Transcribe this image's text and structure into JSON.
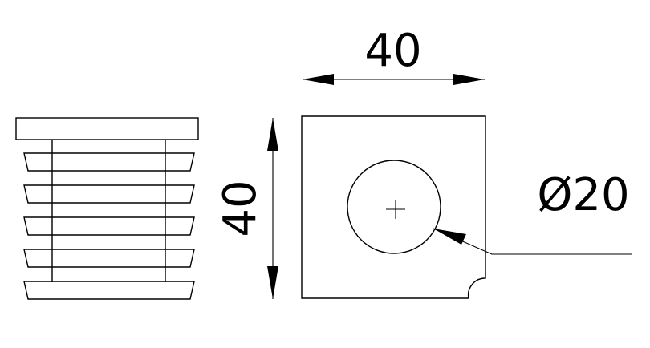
{
  "dimensions": {
    "width_label": "40",
    "height_label": "40",
    "hole_diameter_label": "Ø20"
  },
  "colors": {
    "background": "#ffffff",
    "line": "#000000"
  }
}
